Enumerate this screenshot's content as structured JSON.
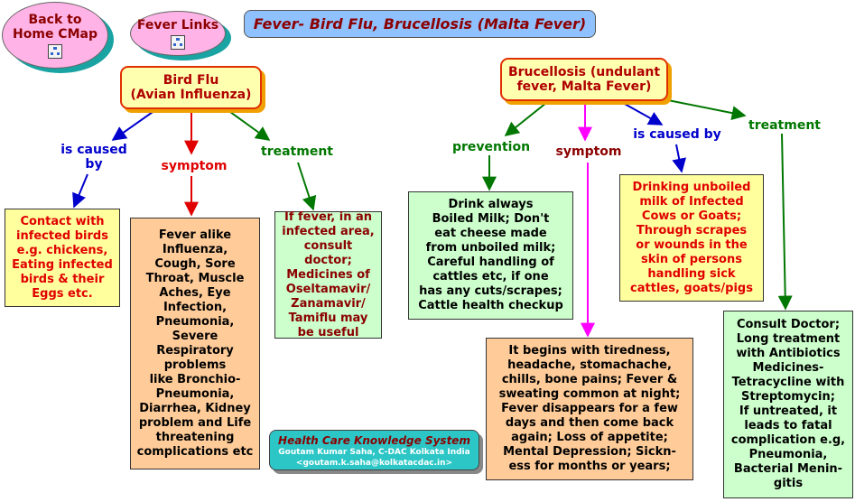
{
  "nav": {
    "home_label": "Back to\nHome CMap",
    "links_label": "Fever Links"
  },
  "title": "Fever- Bird Flu, Brucellosis (Malta Fever)",
  "concepts": {
    "bird_flu": "Bird Flu\n(Avian Influenza)",
    "brucellosis": "Brucellosis (undulant\nfever, Malta Fever)"
  },
  "labels": {
    "bf_caused_by": "is caused\nby",
    "bf_symptom": "symptom",
    "bf_treatment": "treatment",
    "br_prevention": "prevention",
    "br_symptom": "symptom",
    "br_caused_by": "is caused by",
    "br_treatment": "treatment"
  },
  "nodes": {
    "bf_cause": "Contact with\ninfected birds\ne.g. chickens,\nEating infected\nbirds & their\nEggs etc.",
    "bf_symptom": "Fever alike\nInfluenza,\nCough, Sore\nThroat, Muscle\nAches, Eye\nInfection,\nPneumonia,\nSevere\nRespiratory\nproblems\nlike Bronchio-\nPneumonia,\nDiarrhea, Kidney\nproblem and Life\nthreatening\ncomplications etc",
    "bf_treatment": "If fever, in an\ninfected area,\nconsult doctor;\nMedicines of\nOseltamavir/\nZanamavir/\nTamiflu may\nbe useful",
    "br_prevention": "Drink always\nBoiled Milk; Don't\neat cheese made\nfrom unboiled milk;\nCareful handling of\ncattles etc, if one\nhas any cuts/scrapes;\nCattle health checkup",
    "br_symptom": "It begins with tiredness,\nheadache, stomachache,\nchills, bone pains; Fever &\nsweating common at night;\nFever disappears for a few\ndays and then come back\nagain; Loss of appetite;\nMental Depression; Sickn-\ness for months or years;",
    "br_cause": "Drinking unboiled\nmilk of Infected\nCows or Goats;\nThrough scrapes\nor wounds in the\nskin of persons\nhandling sick\ncattles, goats/pigs",
    "br_treatment": "Consult Doctor;\nLong treatment\nwith Antibiotics\nMedicines-\nTetracycline with\nStreptomycin;\nIf untreated, it\nleads to fatal\ncomplication e.g,\nPneumonia,\nBacterial Menin-\ngitis"
  },
  "footer": {
    "line1": "Health Care Knowledge System",
    "line2": "Goutam Kumar Saha, C-DAC Kolkata India",
    "line3": "<goutam.k.saha@kolkatacdac.in>"
  },
  "colors": {
    "blue": "#0000cc",
    "red": "#e00000",
    "green": "#007700",
    "magenta": "#ff00ff"
  }
}
